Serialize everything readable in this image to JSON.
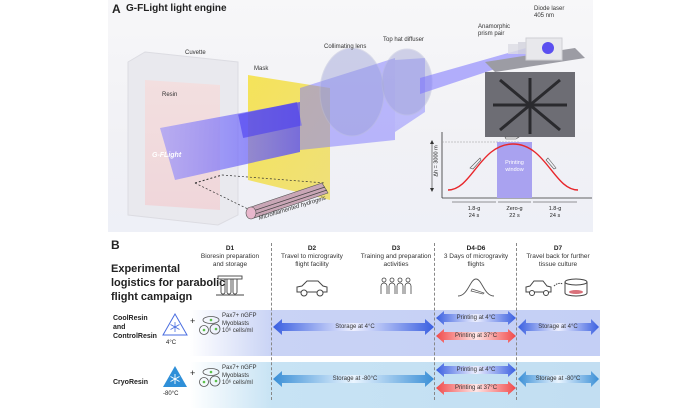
{
  "panel_a": {
    "letter": "A",
    "title": "G-FLight light engine",
    "labels": {
      "cuvette": "Cuvette",
      "resin": "Resin",
      "mask": "Mask",
      "collimating_lens": "Collimating lens",
      "top_hat_diffuser": "Top hat diffuser",
      "prism_line1": "Anamorphic",
      "prism_line2": "prism pair",
      "laser_line1": "Diode laser",
      "laser_line2": "405 nm",
      "logo": "G-FLight",
      "hydrogels": "Microfilamented hydrogels"
    },
    "parabola_inset": {
      "y_label": "Δh = 3000 m",
      "window_line1": "Printing",
      "window_line2": "window",
      "phases": [
        {
          "g": "1.8-g",
          "duration": "24 s"
        },
        {
          "g": "Zero-g",
          "duration": "22 s"
        },
        {
          "g": "1.8-g",
          "duration": "24 s"
        }
      ],
      "colors": {
        "curve": "#e8262b",
        "window": "#a9a2f0"
      }
    }
  },
  "panel_b": {
    "letter": "B",
    "title_lines": [
      "Experimental",
      "logistics for parabolic",
      "flight campaign"
    ],
    "days": [
      {
        "day": "D1",
        "desc_lines": [
          "Bioresin preparation",
          "and storage"
        ],
        "icon": "test-tubes-icon"
      },
      {
        "day": "D2",
        "desc_lines": [
          "Travel to microgravity",
          "flight facility"
        ],
        "icon": "car-icon"
      },
      {
        "day": "D3",
        "desc_lines": [
          "Training and preparation",
          "activities"
        ],
        "icon": "people-group-icon"
      },
      {
        "day": "D4-D6",
        "desc_lines": [
          "3 Days of microgravity",
          "flights"
        ],
        "icon": "parabola-plane-icon"
      },
      {
        "day": "D7",
        "desc_lines": [
          "Travel back for further",
          "tissue culture"
        ],
        "icon": "car-petri-dish-icon"
      }
    ],
    "rows": [
      {
        "name_lines": [
          "CoolResin",
          "and",
          "ControlResin"
        ],
        "temp": "4°C",
        "cells_lines": [
          "Pax7+ nGFP",
          "Myoblasts",
          "10⁶ cells/ml"
        ],
        "storage_before": "Storage at 4°C",
        "printing_cold": "Printing at 4°C",
        "printing_warm": "Printing at 37°C",
        "storage_after": "Storage at 4°C",
        "band_color": "#c9d3f5",
        "arrow_color": "#3a5fe0"
      },
      {
        "name_lines": [
          "CryoResin"
        ],
        "temp": "-80°C",
        "cells_lines": [
          "Pax7+ nGFP",
          "Myoblasts",
          "10⁶ cells/ml"
        ],
        "storage_before": "Storage at -80°C",
        "printing_cold": "Printing at 4°C",
        "printing_warm": "Printing at 37°C",
        "storage_after": "Storage at -80°C",
        "band_color": "#c7e3f4",
        "arrow_color": "#3a8fd6"
      }
    ],
    "plus_sign": "+"
  }
}
